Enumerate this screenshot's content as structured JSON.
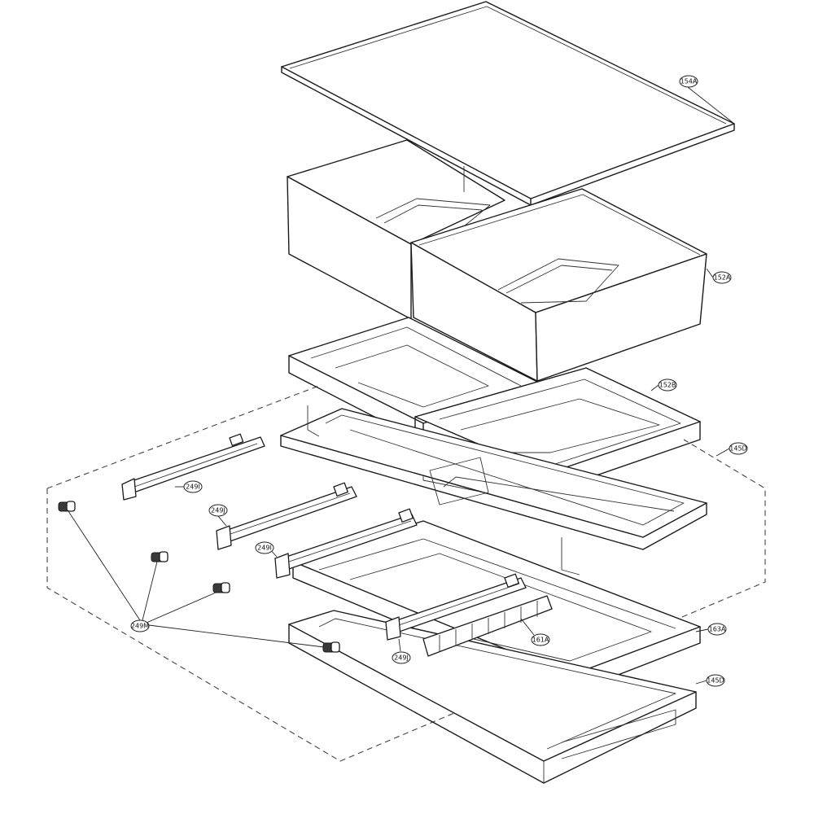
{
  "parts": {
    "shelf_glass": "154A",
    "pan_upper": "152A",
    "pan_lower": "152B",
    "frame_upper": "145D",
    "frame_lower": "145D",
    "rail_a": "249I",
    "rail_b": "249J",
    "rail_c": "249I",
    "rail_d": "249J",
    "roller": "249M",
    "cover": "161A",
    "drawer": "163A"
  }
}
